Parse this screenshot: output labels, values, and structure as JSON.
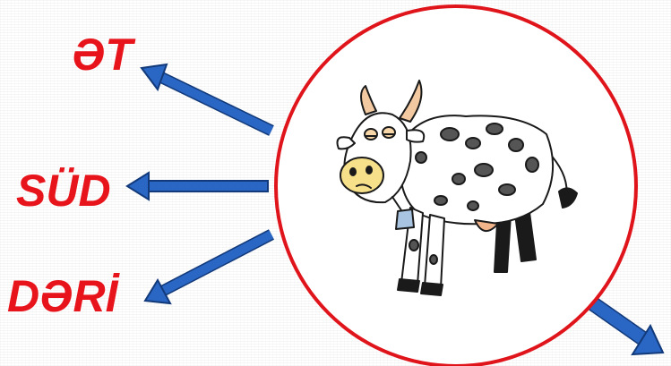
{
  "words": {
    "meat": "ƏT",
    "milk": "SÜD",
    "skin": "DƏRİ"
  },
  "colors": {
    "word_red": "#e8141b",
    "arrow_blue": "#1f5ab5",
    "circle_red": "#e0141b"
  },
  "icons": {
    "center": "cow-illustration",
    "arrows": [
      "arrow-left-up",
      "arrow-left",
      "arrow-left-down",
      "arrow-right-down"
    ]
  }
}
